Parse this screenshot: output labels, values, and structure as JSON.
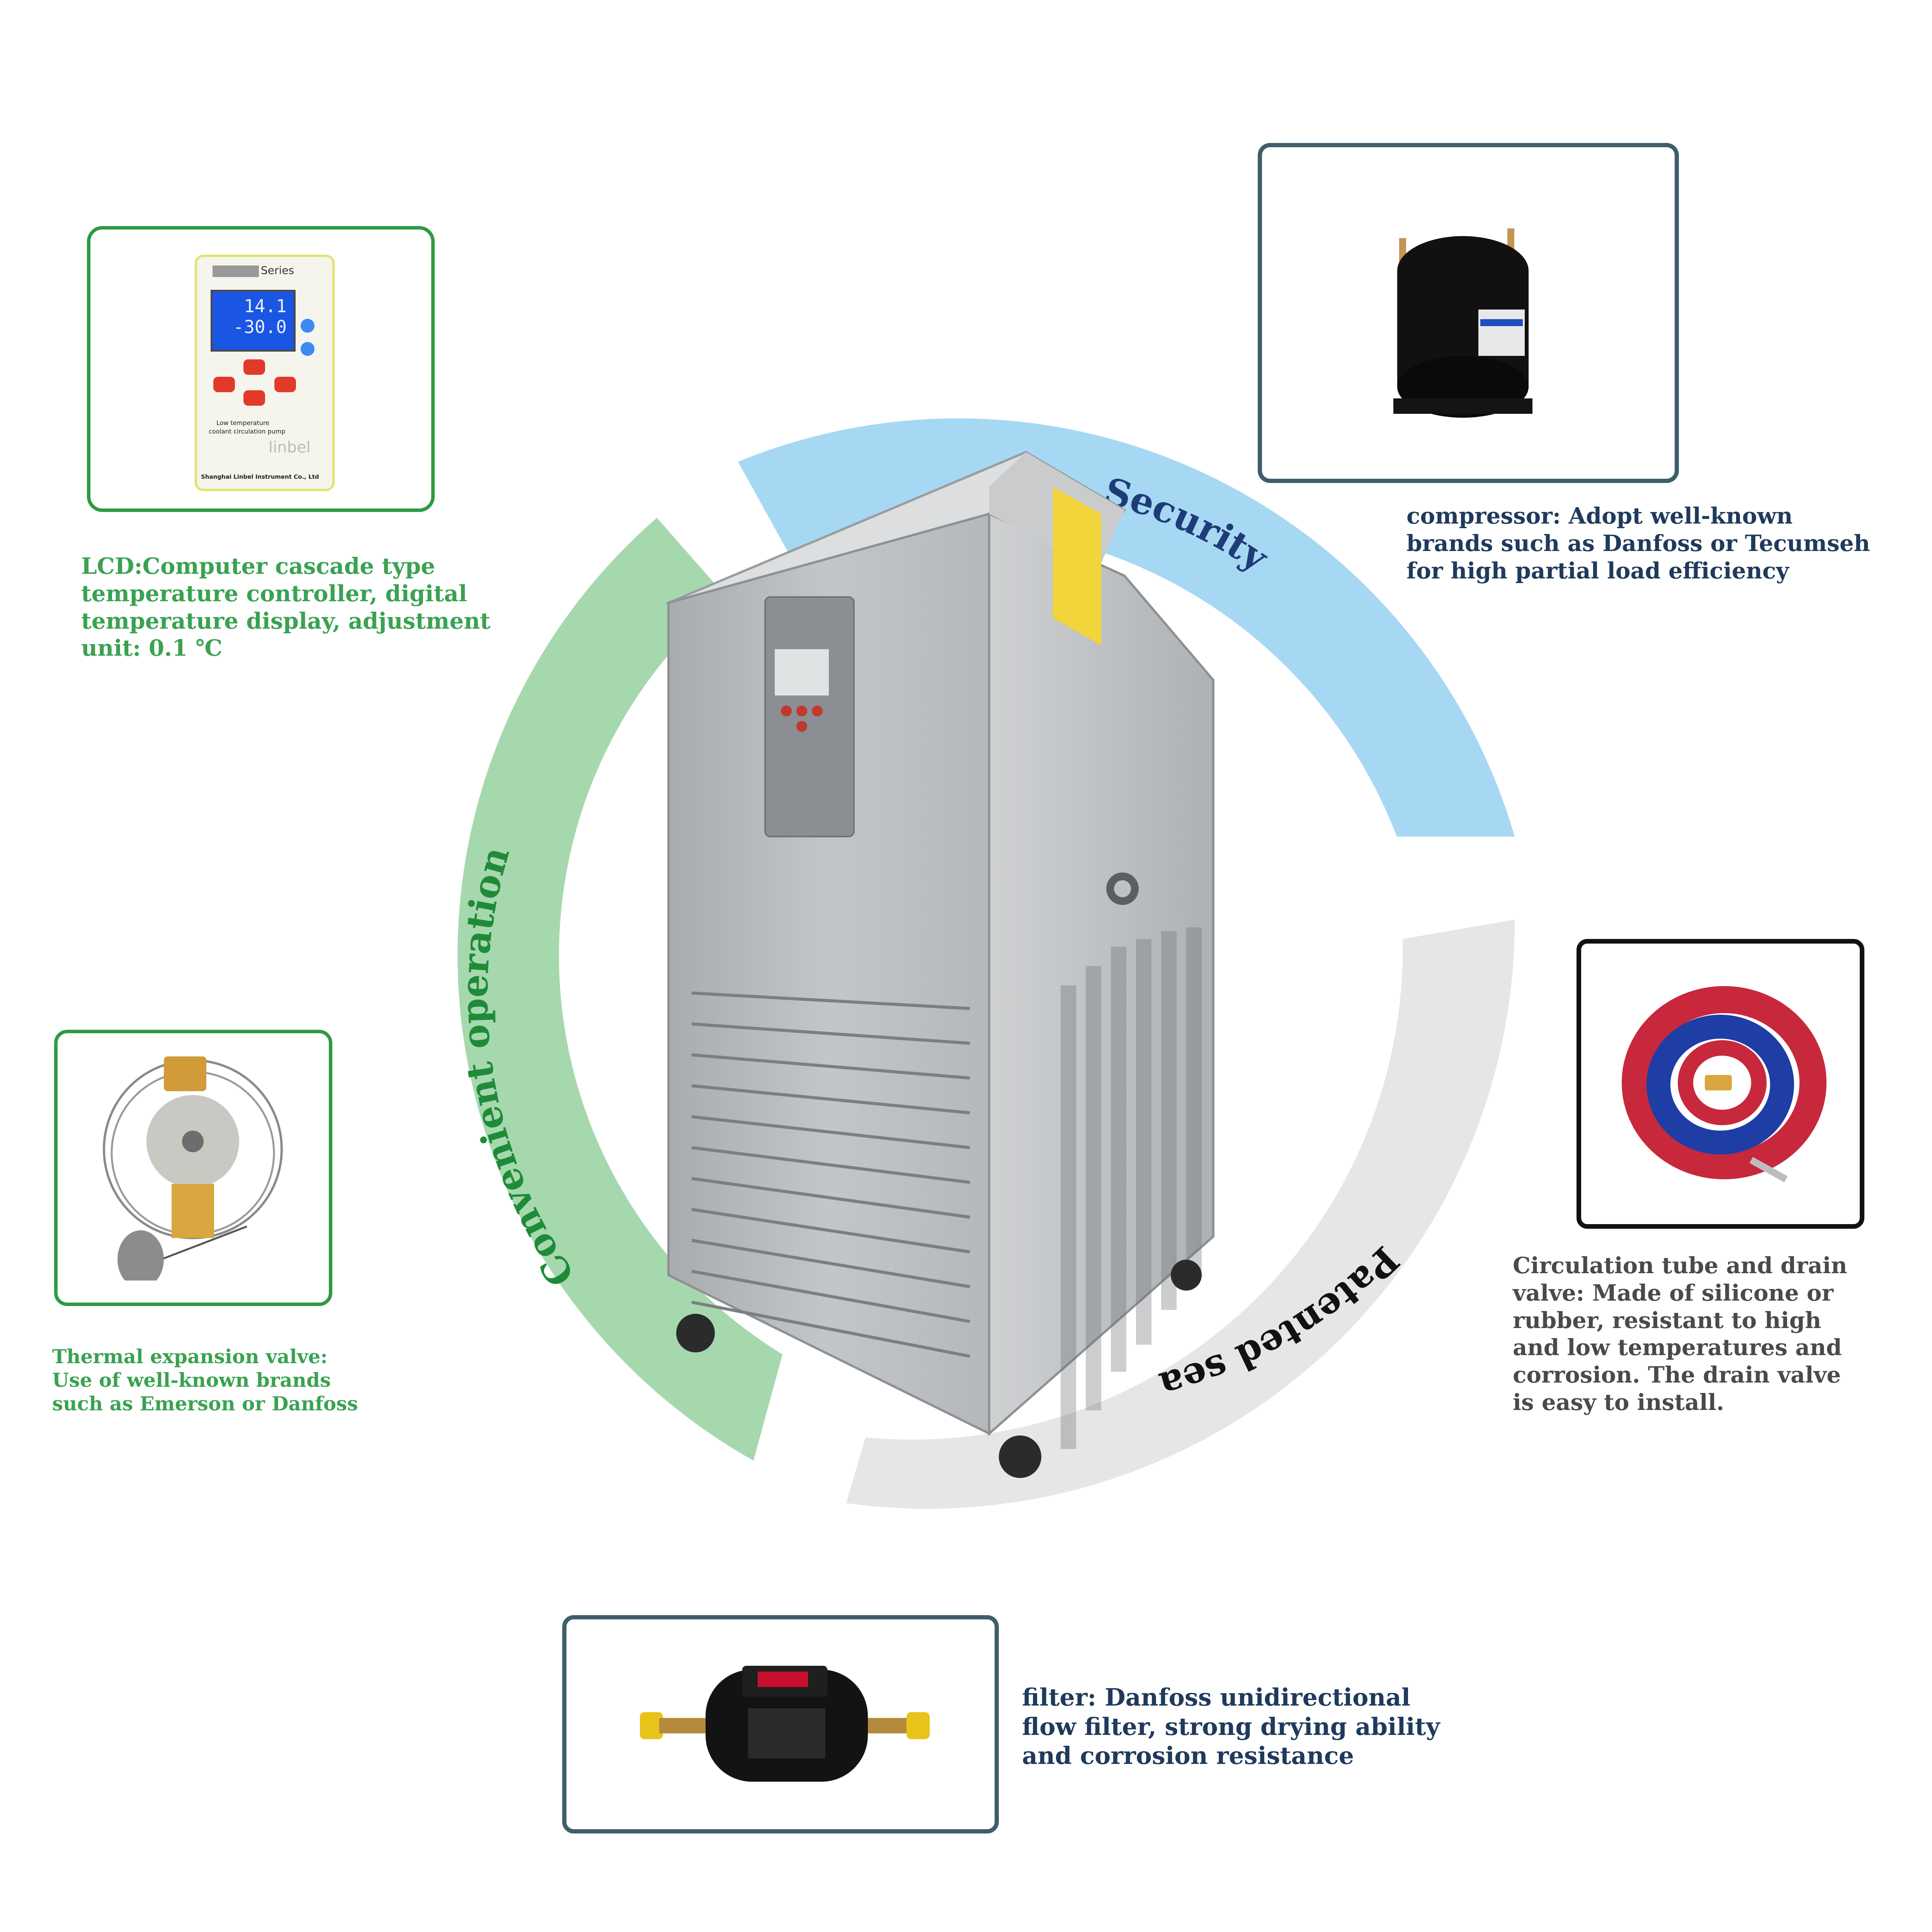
{
  "ring": {
    "security": "Security",
    "convenient": "Convenient operation",
    "patented": "Patented sea"
  },
  "colors": {
    "security_arc": "#a6d8f4",
    "convenient_arc": "#a6d8ae",
    "patented_arc": "#e6e6e6",
    "green_text": "#3aa251",
    "navy_text": "#203a5c",
    "gray_text": "#4a4a4a",
    "green_border": "#2e9a43",
    "slate_border": "#3e5e6c",
    "black_border": "#111111"
  },
  "controller": {
    "series": "Series",
    "lcd_top": "14.1",
    "lcd_bottom": "-30.0",
    "product_line1": "Low temperature",
    "product_line2": "coolant circulation pump",
    "brand": "linbel",
    "company": "Shanghai Linbel Instrument Co., Ltd"
  },
  "captions": {
    "lcd": [
      "LCD:Computer cascade type",
      "temperature controller, digital",
      "temperature display, adjustment",
      "unit: 0.1 ℃"
    ],
    "compressor": [
      "compressor:  Adopt well-known",
      "brands such as Danfoss or Tecumseh",
      "for high partial load efficiency"
    ],
    "valve": [
      "Thermal expansion valve:",
      "Use of well-known brands",
      "such as Emerson or Danfoss"
    ],
    "tube": [
      "Circulation tube and drain",
      "valve:  Made of silicone or",
      "rubber, resistant to high",
      "and low temperatures and",
      "corrosion. The drain valve",
      "is easy to install."
    ],
    "filter": [
      "filter:  Danfoss unidirectional",
      "flow filter,  strong drying ability",
      "and corrosion resistance"
    ]
  }
}
